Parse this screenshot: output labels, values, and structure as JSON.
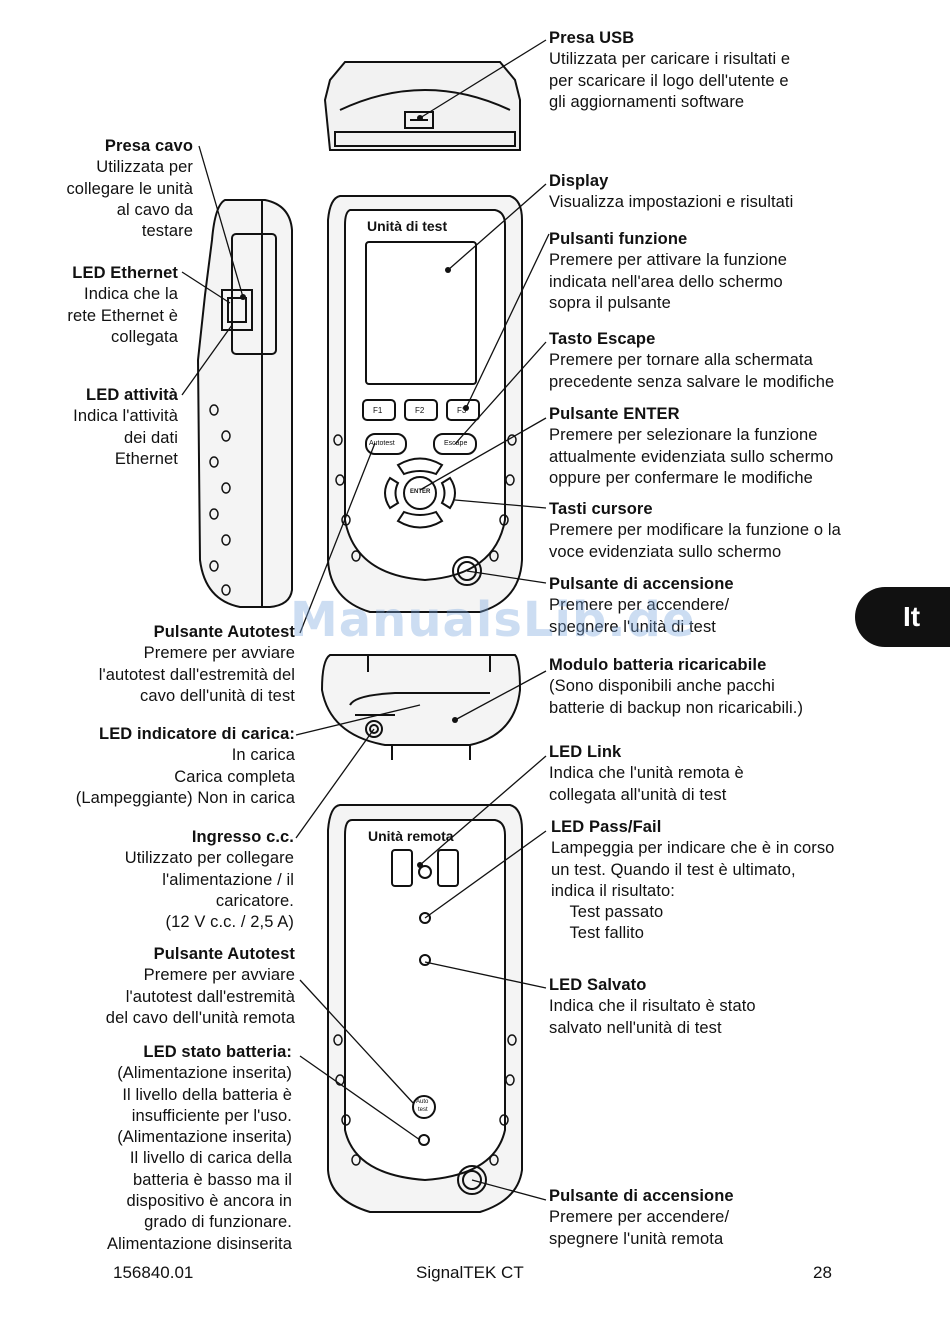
{
  "page": {
    "tab": "It",
    "watermark": "ManualsLib.de",
    "footer": {
      "code": "156840.01",
      "product": "SignalTEK CT",
      "page_number": "28"
    }
  },
  "device_labels": {
    "test_unit": "Unità di test",
    "remote_unit": "Unità remota",
    "f1": "F1",
    "f2": "F2",
    "f3": "F3",
    "autotest_btn": "Autotest",
    "escape_btn": "Escape",
    "enter_btn": "ENTER",
    "remote_autotest_btn_line1": "Auto",
    "remote_autotest_btn_line2": "test"
  },
  "left_callouts": [
    {
      "id": "presa-cavo",
      "title": "Presa cavo",
      "desc": "Utilizzata per\ncollegare le unità\nal cavo da\ntestare"
    },
    {
      "id": "led-ethernet",
      "title": "LED Ethernet",
      "desc": "Indica che la\nrete Ethernet è\ncollegata"
    },
    {
      "id": "led-attivita",
      "title": "LED attività",
      "desc": "Indica l'attività\ndei dati\nEthernet"
    },
    {
      "id": "pulsante-autotest-1",
      "title": "Pulsante Autotest",
      "desc": "Premere per avviare\nl'autotest dall'estremità del\ncavo dell'unità di test"
    },
    {
      "id": "led-carica",
      "title": "LED indicatore di carica:",
      "desc": "In carica\nCarica completa\n(Lampeggiante) Non in carica"
    },
    {
      "id": "ingresso-cc",
      "title": "Ingresso c.c.",
      "desc": "Utilizzato per collegare\nl'alimentazione / il\ncaricatore.\n(12 V c.c. / 2,5 A)"
    },
    {
      "id": "pulsante-autotest-2",
      "title": "Pulsante Autotest",
      "desc": "Premere per avviare\nl'autotest dall'estremità\ndel cavo dell'unità remota"
    },
    {
      "id": "led-stato-batteria",
      "title": "LED stato batteria:",
      "desc": "(Alimentazione inserita)\nIl livello della batteria è\ninsufficiente per l'uso.\n(Alimentazione inserita)\nIl livello di carica della\nbatteria è basso ma il\ndispositivo è ancora in\ngrado di funzionare.\nAlimentazione disinserita"
    }
  ],
  "right_callouts": [
    {
      "id": "presa-usb",
      "title": "Presa USB",
      "desc": "Utilizzata per caricare i risultati e\nper scaricare il logo dell'utente e\ngli aggiornamenti software"
    },
    {
      "id": "display",
      "title": "Display",
      "desc": "Visualizza impostazioni e risultati"
    },
    {
      "id": "pulsanti-funzione",
      "title": "Pulsanti funzione",
      "desc": "Premere per attivare la funzione\nindicata nell'area dello schermo\nsopra il pulsante"
    },
    {
      "id": "tasto-escape",
      "title": "Tasto Escape",
      "desc": "Premere per tornare alla schermata\nprecedente senza salvare le modifiche"
    },
    {
      "id": "pulsante-enter",
      "title": "Pulsante ENTER",
      "desc": "Premere per selezionare la funzione\nattualmente evidenziata sullo schermo\noppure per confermare le modifiche"
    },
    {
      "id": "tasti-cursore",
      "title": "Tasti cursore",
      "desc": "Premere per modificare la funzione o la\nvoce evidenziata sullo schermo"
    },
    {
      "id": "pulsante-accensione-1",
      "title": "Pulsante di accensione",
      "desc": "Premere per accendere/\nspegnere l'unità di test"
    },
    {
      "id": "modulo-batteria",
      "title": "Modulo batteria ricaricabile",
      "desc": "(Sono disponibili anche pacchi\nbatterie di backup non ricaricabili.)"
    },
    {
      "id": "led-link",
      "title": "LED Link",
      "desc": "Indica che l'unità remota è\ncollegata all'unità di test"
    },
    {
      "id": "led-pass-fail",
      "title": "LED Pass/Fail",
      "desc": "Lampeggia per indicare che è in corso\nun test. Quando il test è ultimato,\nindica il risultato:\n    Test passato\n    Test fallito"
    },
    {
      "id": "led-salvato",
      "title": "LED Salvato",
      "desc": "Indica che il risultato è stato\nsalvato nell'unità di test"
    },
    {
      "id": "pulsante-accensione-2",
      "title": "Pulsante di accensione",
      "desc": "Premere per accendere/\nspegnere l'unità remota"
    }
  ]
}
